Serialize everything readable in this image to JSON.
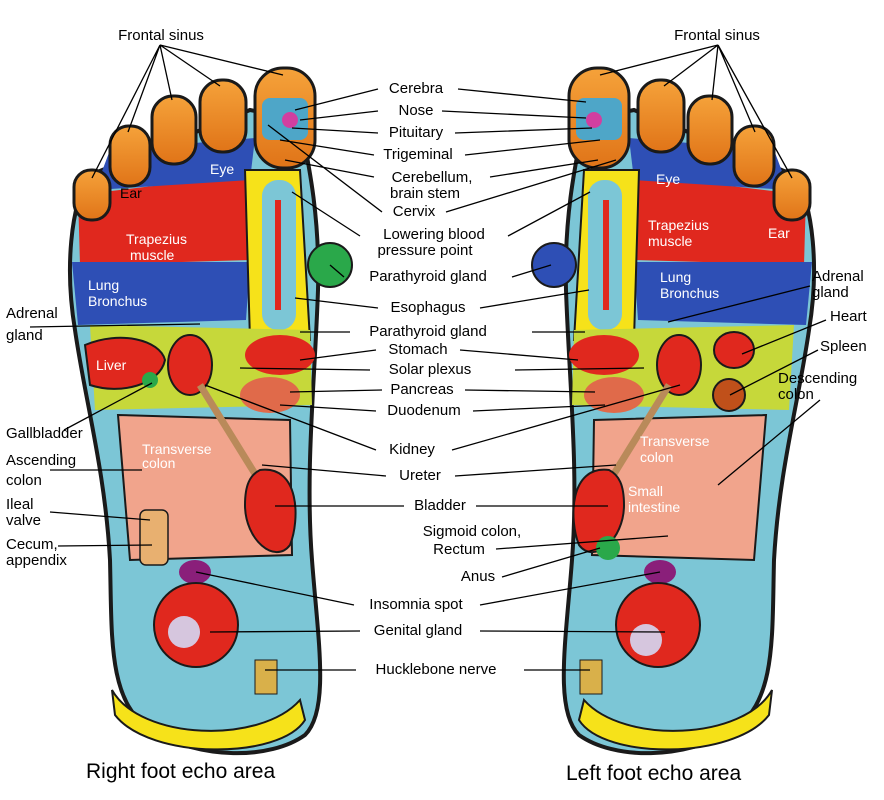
{
  "labels": {
    "frontal_sinus": "Frontal sinus",
    "cerebra": "Cerebra",
    "nose": "Nose",
    "pituitary": "Pituitary",
    "trigeminal": "Trigeminal",
    "cerebellum": "Cerebellum,",
    "brain_stem": "brain stem",
    "cervix": "Cervix",
    "lowering_blood": "Lowering blood",
    "pressure_point": "pressure point",
    "parathyroid": "Parathyroid gland",
    "esophagus": "Esophagus",
    "stomach": "Stomach",
    "solar_plexus": "Solar plexus",
    "pancreas": "Pancreas",
    "duodenum": "Duodenum",
    "kidney": "Kidney",
    "ureter": "Ureter",
    "bladder": "Bladder",
    "sigmoid_colon": "Sigmoid colon,",
    "rectum": "Rectum",
    "anus": "Anus",
    "insomnia": "Insomnia spot",
    "genital": "Genital gland",
    "hucklebone": "Hucklebone nerve",
    "adrenal_l1": "Adrenal",
    "adrenal_l2": "gland",
    "gallbladder": "Gallbladder",
    "ascending_1": "Ascending",
    "ascending_2": "colon",
    "ileal_1": "Ileal",
    "ileal_2": "valve",
    "cecum_1": "Cecum,",
    "cecum_2": "appendix",
    "adrenal_r1": "Adrenal",
    "adrenal_r2": "gland",
    "heart": "Heart",
    "spleen": "Spleen",
    "descending_1": "Descending",
    "descending_2": "colon"
  },
  "zones": {
    "eye": "Eye",
    "ear": "Ear",
    "trapezius_1": "Trapezius",
    "trapezius_2": "muscle",
    "lung_1": "Lung",
    "lung_2": "Bronchus",
    "liver": "Liver",
    "transverse_1": "Transverse",
    "transverse_2": "colon",
    "small_1": "Small",
    "small_2": "intestine"
  },
  "captions": {
    "right": "Right foot echo area",
    "left": "Left foot echo area"
  },
  "colors": {
    "foot_outline": "#1a1a1a",
    "foot_base": "#7cc6d6",
    "toe_orange": "#f08a2c",
    "red": "#e0281e",
    "blue": "#2e4fb5",
    "yellow": "#f6e21a",
    "green": "#2aa84a",
    "purple": "#8a1f7a",
    "intestine": "#f1a48c"
  }
}
